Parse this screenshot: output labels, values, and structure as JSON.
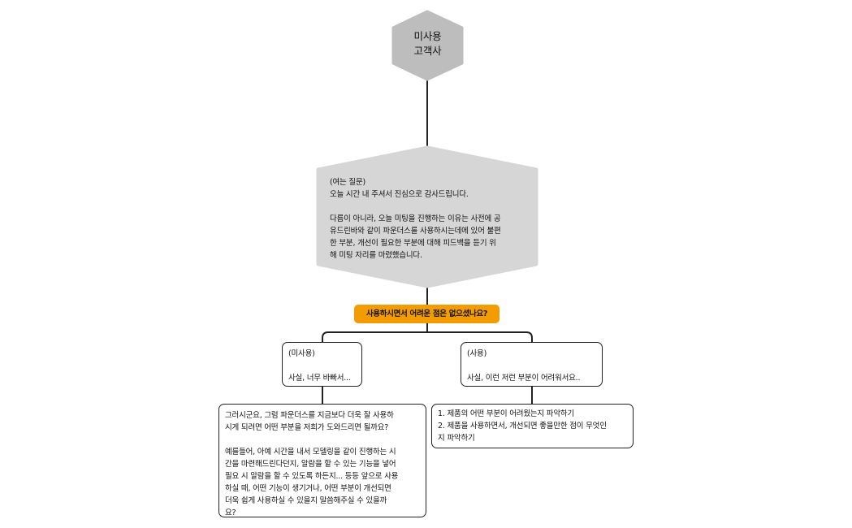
{
  "root": {
    "label": "미사용\n고객사",
    "fill": "#bdbdbd"
  },
  "opening": {
    "fill": "#d6d6d6",
    "text": "(여는 질문)\n오늘 시간 내 주셔서 진심으로 감사드립니다.\n\n다름이 아니라, 오늘 미팅을 진행하는 이유는 사전에 공\n유드린바와 같이 파운더스를 사용하시는데에 있어 불편\n한 부분, 개선이 필요한 부분에 대해 피드백을 듣기 위\n해 미팅 자리를 마렸했습니다."
  },
  "question": {
    "text": "사용하시면서 어려운 점은 없으셨나요?",
    "fill": "#f39c00"
  },
  "branches": [
    {
      "answer": "(미사용)\n\n사실, 너무 바빠서...",
      "followup": "그러시군요, 그럼 파운더스를 지금보다 더욱 잘 사용하\n시게 되려면 어떤 부분을 저희가 도와드리면 될까요?\n\n예를들어, 아예 시간을 내서 모델링을 같이 진행하는 시\n간을 마련해드린다던지, 알람을 할 수 있는 기능을 넣어\n필요 시 알람을 할 수 있도록 하든지... 등등 앞으로 사용\n하실 때, 어떤 기능이 생기거나, 어떤 부분이 개선되면\n더욱 쉽게 사용하실 수 있을지 말씀해주실 수 있을까\n요?"
    },
    {
      "answer": "(사용)\n\n사실, 이런 저런 부분이 어려워서요..",
      "followup": "1. 제품의 어떤 부분이 어려웠는지 파악하기\n2. 제품을 사용하면서, 개선되면 좋을만한 점이 무엇인\n지 파악하기"
    }
  ]
}
